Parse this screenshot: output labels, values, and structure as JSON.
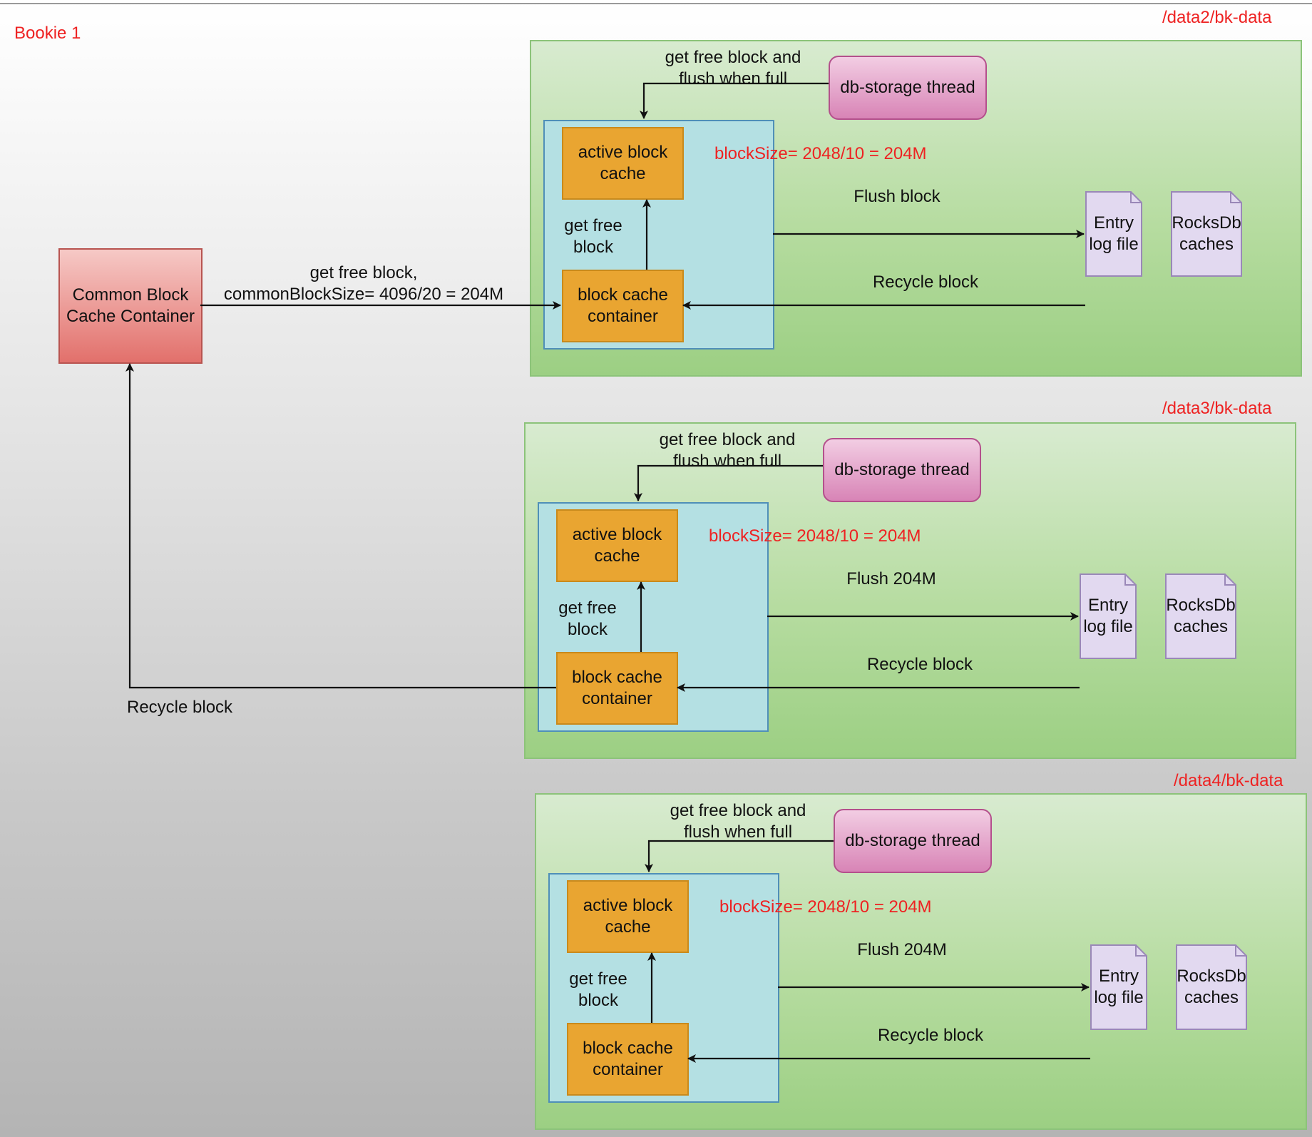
{
  "bookie_label": "Bookie 1",
  "common": {
    "box_label": "Common Block\nCache Container",
    "arrow_label": "get free block,\ncommonBlockSize= 4096/20 = 204M",
    "recycle_label": "Recycle block"
  },
  "panels": [
    {
      "path": "/data2/bk-data",
      "thread": "db-storage thread",
      "thread_arrow_label": "get free block and\nflush  when full",
      "active": "active block\ncache",
      "container": "block cache\ncontainer",
      "get_free": "get free\nblock",
      "block_size": "blockSize= 2048/10 = 204M",
      "flush": "Flush block",
      "recycle": "Recycle block",
      "entry_log": "Entry\nlog file",
      "rocksdb": "RocksDb\ncaches"
    },
    {
      "path": "/data3/bk-data",
      "thread": "db-storage thread",
      "thread_arrow_label": "get free block and\nflush  when full",
      "active": "active block\ncache",
      "container": "block cache\ncontainer",
      "get_free": "get free\nblock",
      "block_size": "blockSize= 2048/10 = 204M",
      "flush": "Flush 204M",
      "recycle": "Recycle block",
      "entry_log": "Entry\nlog file",
      "rocksdb": "RocksDb\ncaches"
    },
    {
      "path": "/data4/bk-data",
      "thread": "db-storage thread",
      "thread_arrow_label": "get free block and\nflush  when full",
      "active": "active block\ncache",
      "container": "block cache\ncontainer",
      "get_free": "get free\nblock",
      "block_size": "blockSize= 2048/10 = 204M",
      "flush": "Flush 204M",
      "recycle": "Recycle block",
      "entry_log": "Entry\nlog file",
      "rocksdb": "RocksDb\ncaches"
    }
  ],
  "colors": {
    "path_label": "#ee2222",
    "panel_fill": "#b6dca0",
    "inner_fill": "#b4e0e3",
    "orange_fill": "#e9a531",
    "thread_fill": "#d884b6",
    "common_fill": "#e2706b",
    "doc_fill": "#e2d9f0"
  }
}
